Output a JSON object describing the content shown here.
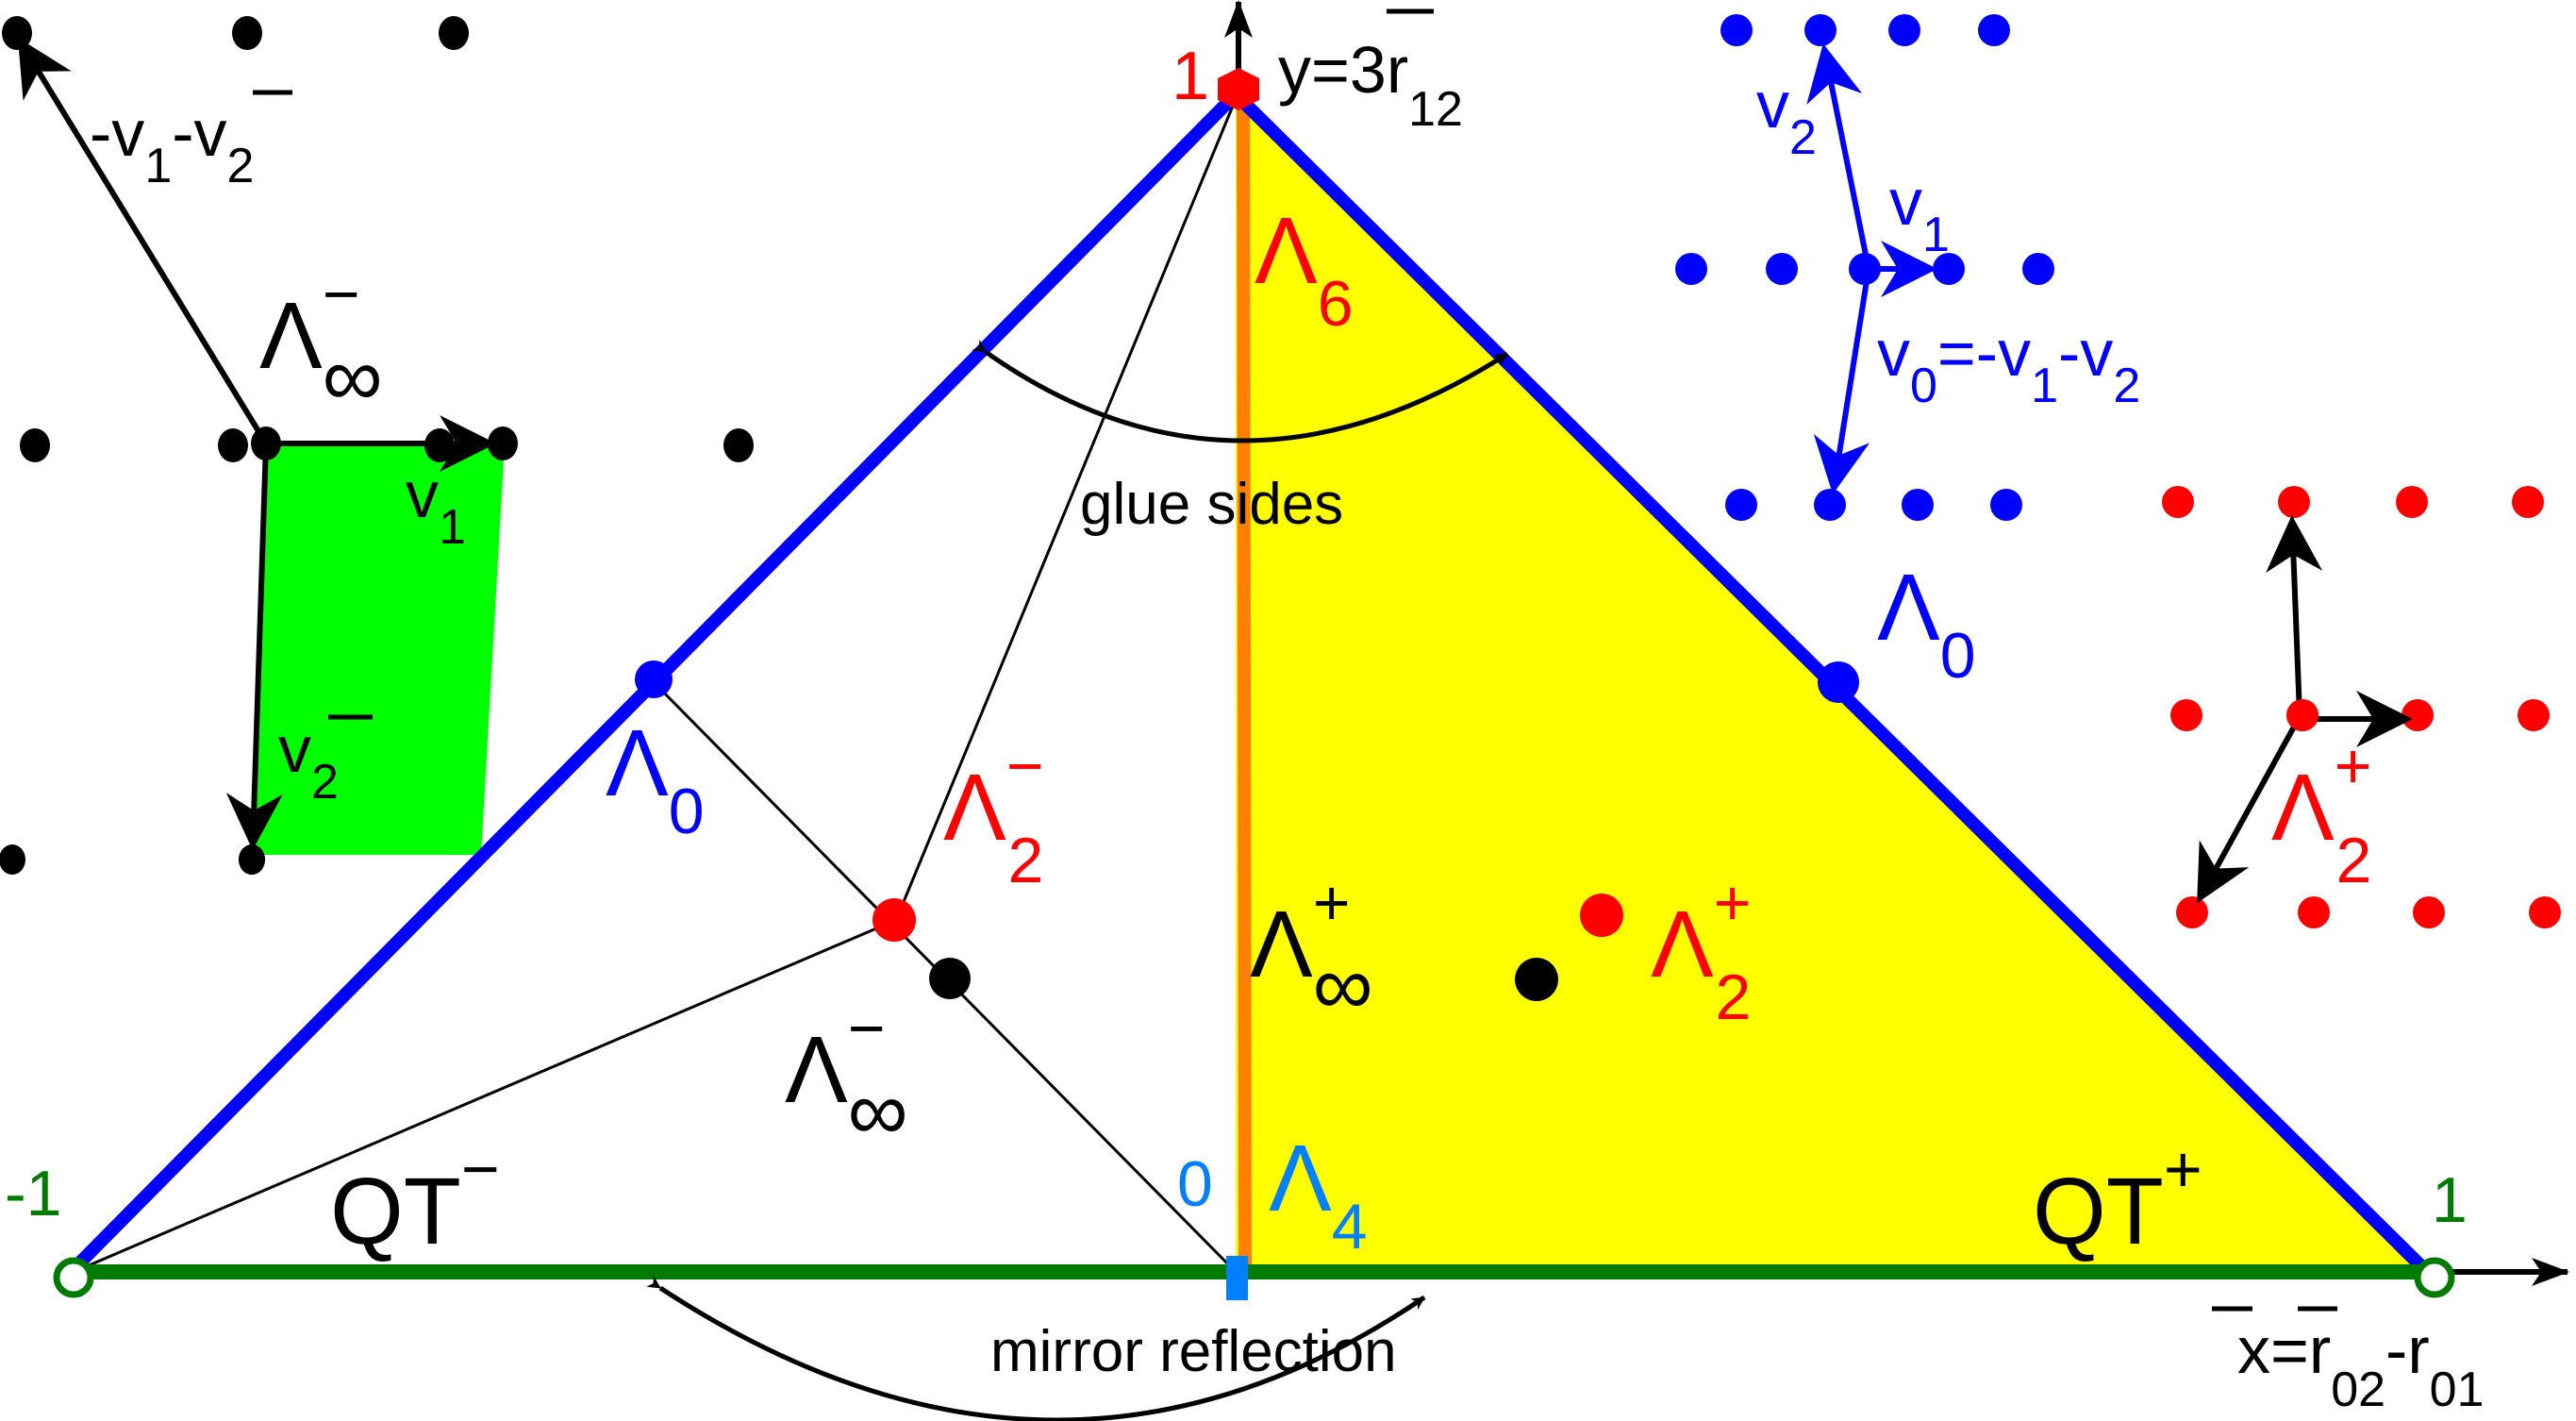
{
  "colors": {
    "blue": "#0000ff",
    "red": "#ff0000",
    "green": "#007a00",
    "bright_green": "#00ff00",
    "yellow": "#ffff00",
    "orange": "#ff8000",
    "light_blue": "#0080ff",
    "black": "#000000"
  },
  "axes": {
    "y_label": "y=3",
    "y_label_r": "r",
    "y_label_sub": "12",
    "x_label": "x=",
    "x_label_r1": "r",
    "x_label_sub1": "02",
    "x_label_minus": "-",
    "x_label_r2": "r",
    "x_label_sub2": "01",
    "y_top_tick": "1",
    "x_left_tick": "-1",
    "x_right_tick": "1",
    "origin_tick": "0"
  },
  "regions": {
    "qt_minus": {
      "main": "QT",
      "sup": "−"
    },
    "qt_plus": {
      "main": "QT",
      "sup": "+"
    }
  },
  "annotations": {
    "glue_sides": "glue sides",
    "mirror_reflection": "mirror reflection"
  },
  "points": {
    "lambda6": {
      "main": "Λ",
      "sub": "6"
    },
    "lambda4": {
      "main": "Λ",
      "sub": "4"
    },
    "lambda0_left": {
      "main": "Λ",
      "sub": "0"
    },
    "lambda0_right": {
      "main": "Λ",
      "sub": "0"
    },
    "lambda2_minus": {
      "main": "Λ",
      "sub": "2",
      "sup": "−"
    },
    "lambda_inf_minus": {
      "main": "Λ",
      "sub": "∞",
      "sup": "−"
    },
    "lambda_inf_plus": {
      "main": "Λ",
      "sub": "∞",
      "sup": "+"
    },
    "lambda2_plus": {
      "main": "Λ",
      "sub": "2",
      "sup": "+"
    }
  },
  "insets": {
    "lattice_inf_minus": {
      "label": {
        "main": "Λ",
        "sub": "∞",
        "sup": "−"
      },
      "v1": {
        "main": "v",
        "sub": "1"
      },
      "v2": {
        "main": "v",
        "sub": "2",
        "sup": "−"
      },
      "diag": {
        "a": "-v",
        "a_sub": "1",
        "b": "-v",
        "b_sub": "2",
        "b_sup": "−"
      }
    },
    "lattice_0": {
      "label": {
        "main": "Λ",
        "sub": "0"
      },
      "v1": {
        "main": "v",
        "sub": "1"
      },
      "v2": {
        "main": "v",
        "sub": "2"
      },
      "v0": {
        "main": "v",
        "sub": "0",
        "eq": "=-v",
        "eq_sub1": "1",
        "minus": "-v",
        "eq_sub2": "2"
      }
    },
    "lattice_2_plus": {
      "label": {
        "main": "Λ",
        "sub": "2",
        "sup": "+"
      }
    }
  }
}
